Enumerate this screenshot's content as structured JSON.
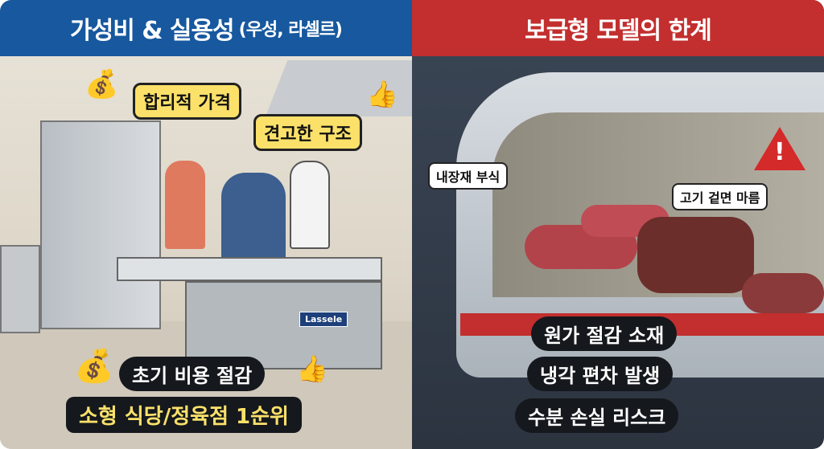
{
  "left": {
    "title": "가성비 & 실용성",
    "title_sub": "(우성, 라셀르)",
    "header_color": "#17589e",
    "bubbles": [
      "합리적 가격",
      "견고한 구조"
    ],
    "pills": [
      "초기 비용 절감",
      "소형 식당/정육점 1순위"
    ],
    "brand_label": "Lassele",
    "icons": [
      "money-bag-icon",
      "thumbs-up-icon"
    ]
  },
  "right": {
    "title": "보급형 모델의 한계",
    "header_color": "#c22f2e",
    "tags": [
      "내장재 부식",
      "고기 겉면 마름"
    ],
    "pills": [
      "원가 절감 소재",
      "냉각 편차 발생",
      "수분 손실 리스크"
    ],
    "icons": [
      "warning-icon"
    ]
  }
}
